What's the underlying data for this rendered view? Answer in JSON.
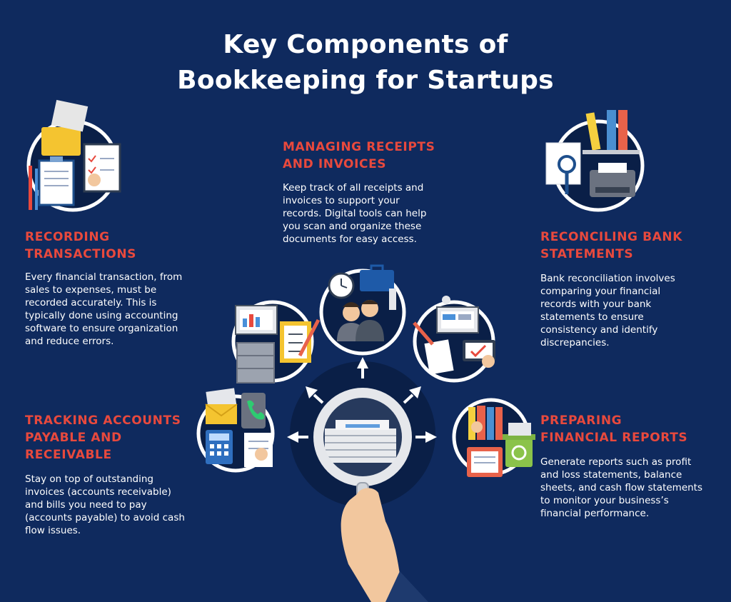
{
  "title_line1": "Key Components of",
  "title_line2": "Bookkeeping for Startups",
  "sections": {
    "recording": {
      "heading_line1": "RECORDING",
      "heading_line2": "TRANSACTIONS",
      "body": "Every financial transaction, from sales to expenses, must be recorded accurately. This is typically done using accounting software to ensure organization and reduce errors."
    },
    "receipts": {
      "heading_line1": "MANAGING RECEIPTS",
      "heading_line2": "AND INVOICES",
      "body": "Keep track of all receipts and invoices to support your records. Digital tools can help you scan and organize these documents for easy access."
    },
    "reconciling": {
      "heading_line1": "RECONCILING BANK",
      "heading_line2": "STATEMENTS",
      "body": "Bank reconciliation involves comparing your financial records with your bank statements to ensure consistency and identify discrepancies."
    },
    "tracking": {
      "heading_line1": "TRACKING ACCOUNTS",
      "heading_line2": "PAYABLE AND",
      "heading_line3": "RECEIVABLE",
      "body": "Stay on top of outstanding invoices (accounts receivable) and bills you need to pay (accounts payable) to avoid cash flow issues."
    },
    "reports": {
      "heading_line1": "PREPARING",
      "heading_line2": "FINANCIAL REPORTS",
      "body": "Generate reports such as profit and loss statements, balance sheets, and cash flow statements to monitor your business’s financial performance."
    }
  },
  "colors": {
    "background": "#0f2a5e",
    "heading": "#e8493d",
    "circle_dark": "#0a1f47",
    "ring": "#ffffff"
  },
  "icons": [
    "folder-clipboard-icon",
    "binders-printer-icon",
    "hand-magnifier-icon",
    "office-team-icon",
    "computer-checklist-icon",
    "tablet-documents-icon",
    "mail-phone-calculator-icon",
    "reports-recycle-icon"
  ]
}
